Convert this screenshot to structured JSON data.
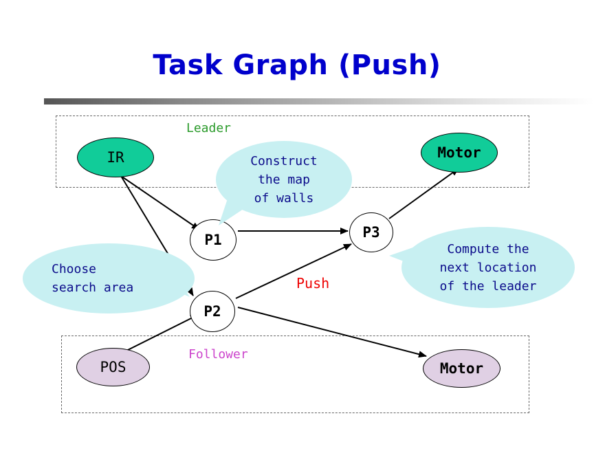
{
  "title": "Task Graph (Push)",
  "colors": {
    "title": "#0000cc",
    "leader_node": "#11cc99",
    "follower_node": "#e0d0e4",
    "bubble_fill": "#c8f0f2",
    "bubble_text": "#0a0a8a",
    "leader_label": "#2a9a2a",
    "follower_label": "#cc44cc",
    "push_label": "#ee0000"
  },
  "groups": {
    "leader": {
      "label": "Leader"
    },
    "follower": {
      "label": "Follower"
    }
  },
  "nodes": {
    "ir": {
      "label": "IR"
    },
    "motor_leader": {
      "label": "Motor"
    },
    "p1": {
      "label": "P1"
    },
    "p2": {
      "label": "P2"
    },
    "p3": {
      "label": "P3"
    },
    "pos": {
      "label": "POS"
    },
    "motor_follower": {
      "label": "Motor"
    }
  },
  "edges": [
    {
      "from": "IR",
      "to": "P1"
    },
    {
      "from": "IR",
      "to": "P2"
    },
    {
      "from": "POS",
      "to": "P2"
    },
    {
      "from": "P1",
      "to": "P3"
    },
    {
      "from": "P2",
      "to": "P3"
    },
    {
      "from": "P3",
      "to": "Motor (Leader)"
    },
    {
      "from": "P2",
      "to": "Motor (Follower)"
    }
  ],
  "edge_label": "Push",
  "bubbles": {
    "construct": "Construct\nthe map\nof walls",
    "choose": "Choose\nsearch area",
    "compute": "Compute the\nnext location\nof the leader"
  }
}
